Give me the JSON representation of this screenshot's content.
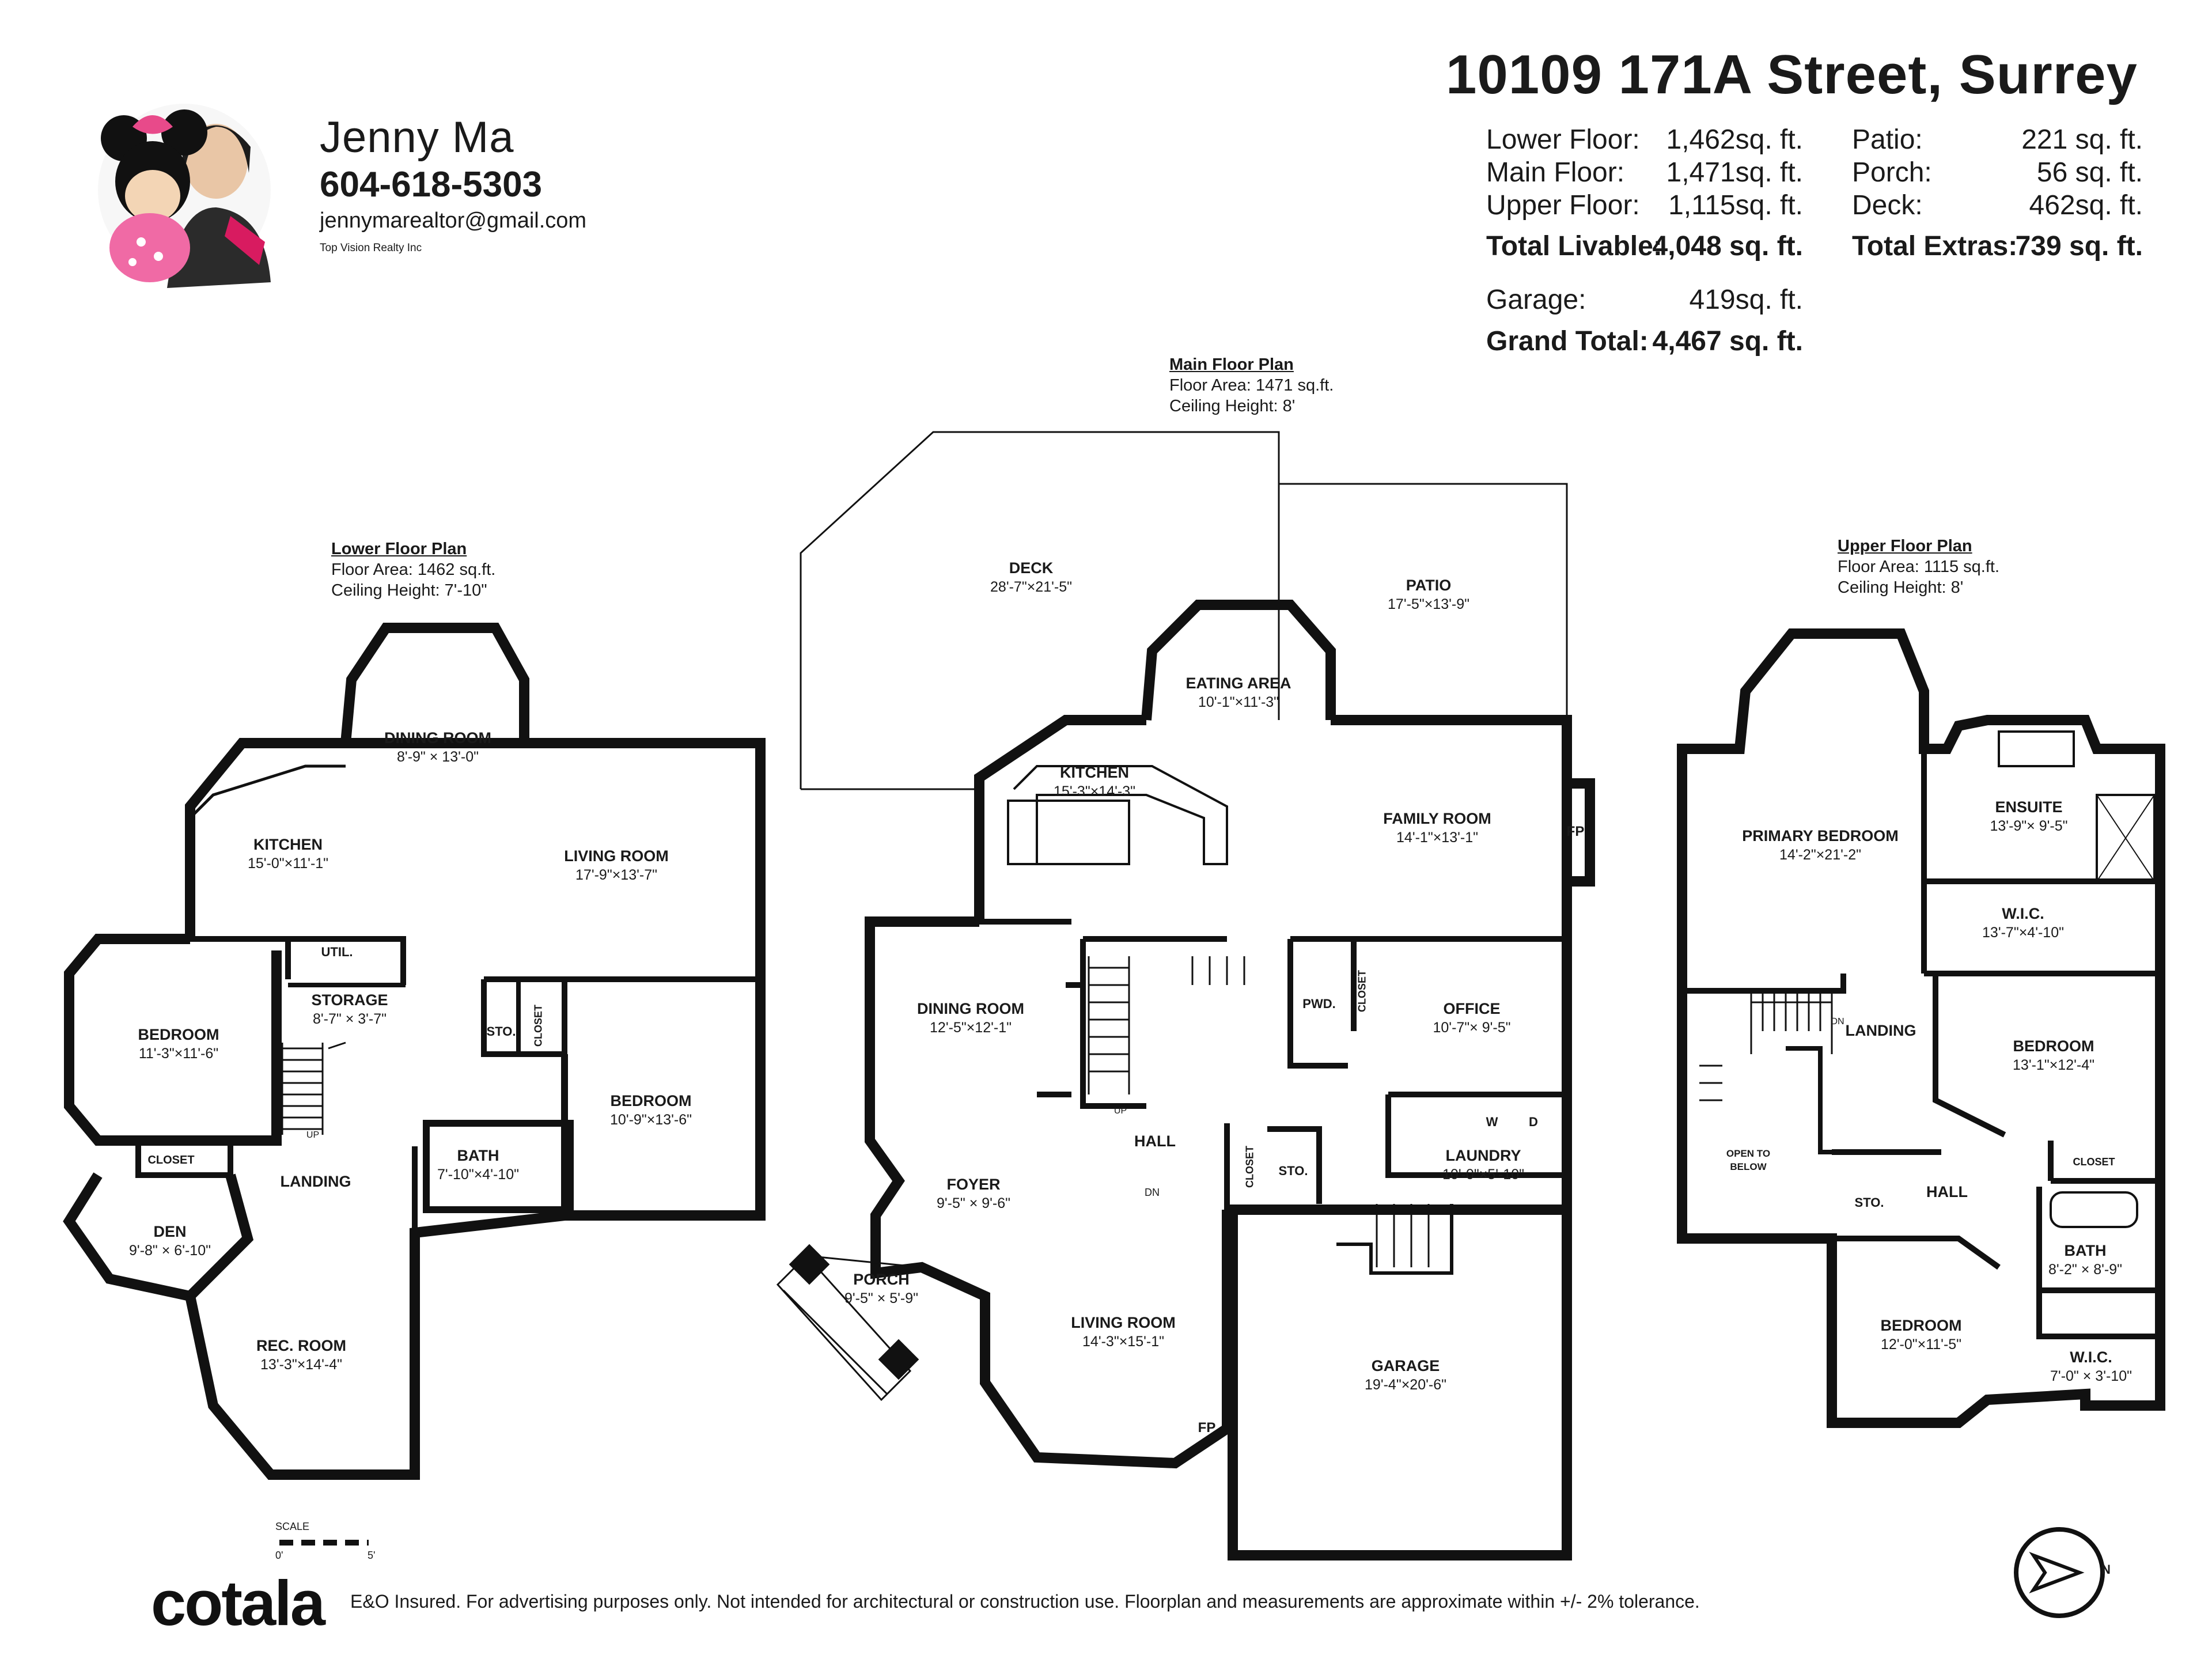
{
  "agent": {
    "name": "Jenny Ma",
    "phone": "604-618-5303",
    "email": "jennymarealtor@gmail.com",
    "company": "Top Vision Realty Inc"
  },
  "address": "10109 171A Street, Surrey",
  "areas": {
    "lower": {
      "label": "Lower Floor:",
      "value": "1,462sq. ft."
    },
    "main": {
      "label": "Main Floor:",
      "value": "1,471sq. ft."
    },
    "upper": {
      "label": "Upper Floor:",
      "value": "1,115sq. ft."
    },
    "total_livable": {
      "label": "Total Livable:",
      "value": "4,048 sq. ft."
    },
    "patio": {
      "label": "Patio:",
      "value": "221 sq. ft."
    },
    "porch": {
      "label": "Porch:",
      "value": "56  sq. ft."
    },
    "deck": {
      "label": "Deck:",
      "value": "462sq. ft."
    },
    "total_extras": {
      "label": "Total Extras:",
      "value": "739 sq. ft."
    },
    "garage": {
      "label": "Garage:",
      "value": "419sq. ft."
    },
    "grand_total": {
      "label": "Grand Total:",
      "value": "4,467 sq. ft."
    }
  },
  "lower_plan": {
    "title": "Lower Floor Plan",
    "area": "Floor Area: 1462 sq.ft.",
    "ceiling": "Ceiling Height: 7'-10\"",
    "rooms": {
      "dining": {
        "name": "DINING ROOM",
        "dim": "8'-9\" × 13'-0\""
      },
      "kitchen": {
        "name": "KITCHEN",
        "dim": "15'-0\"×11'-1\""
      },
      "living": {
        "name": "LIVING ROOM",
        "dim": "17'-9\"×13'-7\""
      },
      "bedroom1": {
        "name": "BEDROOM",
        "dim": "11'-3\"×11'-6\""
      },
      "storage": {
        "name": "STORAGE",
        "dim": "8'-7\" × 3'-7\""
      },
      "bedroom2": {
        "name": "BEDROOM",
        "dim": "10'-9\"×13'-6\""
      },
      "bath": {
        "name": "BATH",
        "dim": "7'-10\"×4'-10\""
      },
      "landing": {
        "name": "LANDING"
      },
      "den": {
        "name": "DEN",
        "dim": "9'-8\" × 6'-10\""
      },
      "rec": {
        "name": "REC. ROOM",
        "dim": "13'-3\"×14'-4\""
      }
    },
    "labels": {
      "util": "UTIL.",
      "sto": "STO.",
      "closet": "CLOSET",
      "closet2": "CLOSET",
      "up": "UP"
    }
  },
  "main_plan": {
    "title": "Main Floor Plan",
    "area": "Floor Area: 1471 sq.ft.",
    "ceiling": "Ceiling Height: 8'",
    "rooms": {
      "deck": {
        "name": "DECK",
        "dim": "28'-7\"×21'-5\""
      },
      "patio": {
        "name": "PATIO",
        "dim": "17'-5\"×13'-9\""
      },
      "eating": {
        "name": "EATING AREA",
        "dim": "10'-1\"×11'-3\""
      },
      "kitchen": {
        "name": "KITCHEN",
        "dim": "15'-3\"×14'-3\""
      },
      "family": {
        "name": "FAMILY ROOM",
        "dim": "14'-1\"×13'-1\""
      },
      "dining": {
        "name": "DINING ROOM",
        "dim": "12'-5\"×12'-1\""
      },
      "office": {
        "name": "OFFICE",
        "dim": "10'-7\"× 9'-5\""
      },
      "hall": {
        "name": "HALL"
      },
      "laundry": {
        "name": "LAUNDRY",
        "dim": "10'-0\"×5'-10\""
      },
      "foyer": {
        "name": "FOYER",
        "dim": "9'-5\" × 9'-6\""
      },
      "porch": {
        "name": "PORCH",
        "dim": "9'-5\" × 5'-9\""
      },
      "living": {
        "name": "LIVING ROOM",
        "dim": "14'-3\"×15'-1\""
      },
      "garage": {
        "name": "GARAGE",
        "dim": "19'-4\"×20'-6\""
      }
    },
    "labels": {
      "pwd": "PWD.",
      "closet": "CLOSET",
      "closet2": "CLOSET",
      "sto": "STO.",
      "fp": "FP",
      "fp2": "FP",
      "dn": "DN",
      "up": "UP",
      "w": "W",
      "d": "D"
    }
  },
  "upper_plan": {
    "title": "Upper Floor Plan",
    "area": "Floor Area: 1115 sq.ft.",
    "ceiling": "Ceiling Height: 8'",
    "rooms": {
      "primary": {
        "name": "PRIMARY BEDROOM",
        "dim": "14'-2\"×21'-2\""
      },
      "ensuite": {
        "name": "ENSUITE",
        "dim": "13'-9\"× 9'-5\""
      },
      "wic1": {
        "name": "W.I.C.",
        "dim": "13'-7\"×4'-10\""
      },
      "landing": {
        "name": "LANDING"
      },
      "bedroom1": {
        "name": "BEDROOM",
        "dim": "13'-1\"×12'-4\""
      },
      "hall": {
        "name": "HALL"
      },
      "bath": {
        "name": "BATH",
        "dim": "8'-2\" × 8'-9\""
      },
      "bedroom2": {
        "name": "BEDROOM",
        "dim": "12'-0\"×11'-5\""
      },
      "wic2": {
        "name": "W.I.C.",
        "dim": "7'-0\" × 3'-10\""
      }
    },
    "labels": {
      "open": "OPEN TO",
      "below": "BELOW",
      "sto": "STO.",
      "closet": "CLOSET",
      "dn": "DN"
    }
  },
  "scale": {
    "label": "SCALE",
    "min": "0'",
    "max": "5'"
  },
  "compass": {
    "letter": "N"
  },
  "footer": {
    "logo": "cotala",
    "note": "E&O Insured. For advertising purposes only. Not intended for architectural or construction use. Floorplan and measurements are approximate within +/- 2% tolerance."
  },
  "colors": {
    "wall": "#111111",
    "text": "#1a1a1a",
    "background": "#ffffff"
  }
}
